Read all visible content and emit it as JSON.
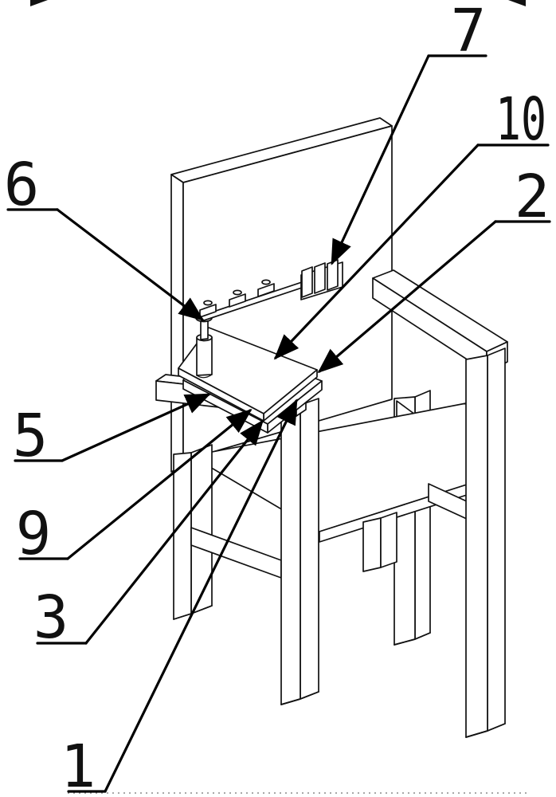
{
  "figure": {
    "kind": "patent-line-drawing",
    "subject": "chair with under-seat adjustment mechanism, isometric view",
    "background": "#ffffff",
    "line_color": "#111111",
    "leader_color": "#000000"
  },
  "callouts": {
    "c1": {
      "text": "1"
    },
    "c2": {
      "text": "2"
    },
    "c3": {
      "text": "3"
    },
    "c5": {
      "text": "5"
    },
    "c6": {
      "text": "6"
    },
    "c7": {
      "text": "7"
    },
    "c9": {
      "text": "9"
    },
    "c10": {
      "text": "10"
    }
  }
}
